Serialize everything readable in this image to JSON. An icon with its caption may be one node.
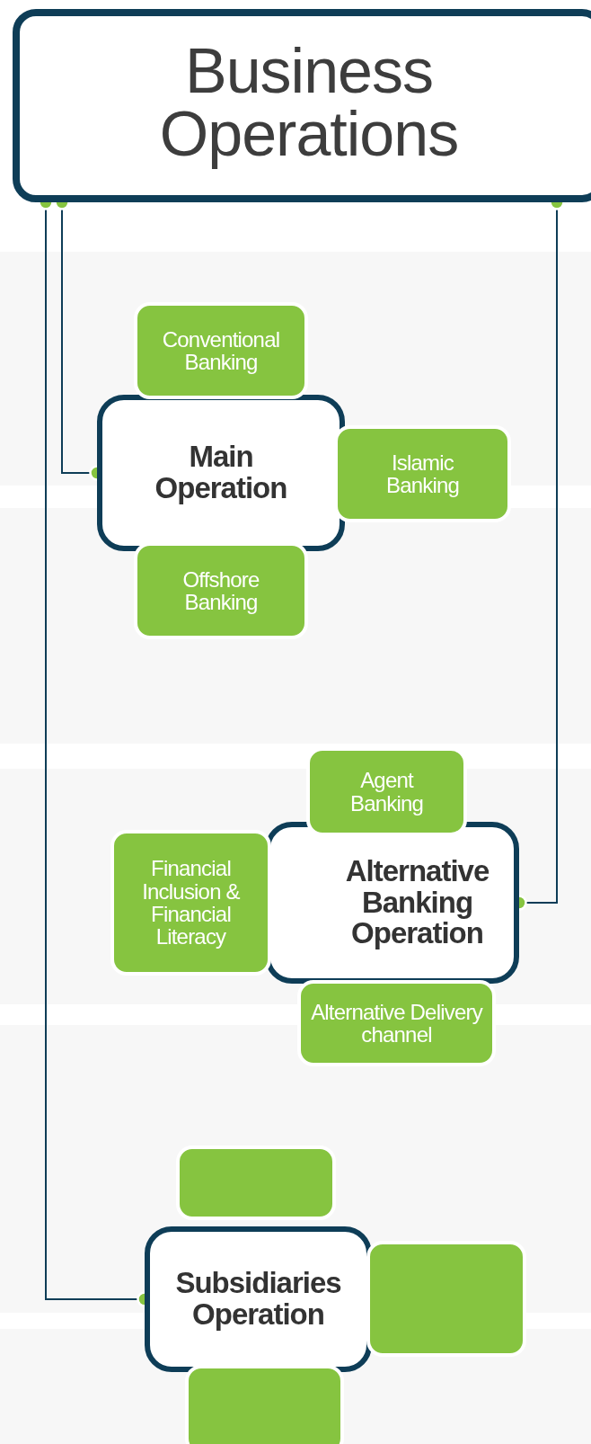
{
  "diagram": {
    "nodes": [
      {
        "text": [
          "Business Operations"
        ]
      },
      {
        "text": [
          "Main Operation"
        ]
      },
      {
        "text": [
          "Conventional Banking"
        ]
      },
      {
        "text": [
          "Islamic Banking"
        ]
      },
      {
        "text": [
          "Offshore Banking"
        ]
      },
      {
        "text": [
          "Alternative Banking Operation"
        ]
      },
      {
        "text": [
          "Agent Banking"
        ]
      },
      {
        "text": [
          "Financial Inclusion & Financial Literacy"
        ]
      },
      {
        "text": [
          "Alternative Delivery channel"
        ]
      },
      {
        "text": [
          "Subsidiaries Operation"
        ]
      },
      {
        "text": [],
        "shape": "box"
      },
      {
        "text": [],
        "shape": "box"
      },
      {
        "text": [],
        "shape": "box"
      }
    ],
    "edges": [
      {
        "from": 0,
        "to": 1,
        "arrow": "other"
      },
      {
        "from": 0,
        "to": 5,
        "arrow": "other"
      },
      {
        "from": 0,
        "to": 9,
        "arrow": "other"
      }
    ]
  }
}
